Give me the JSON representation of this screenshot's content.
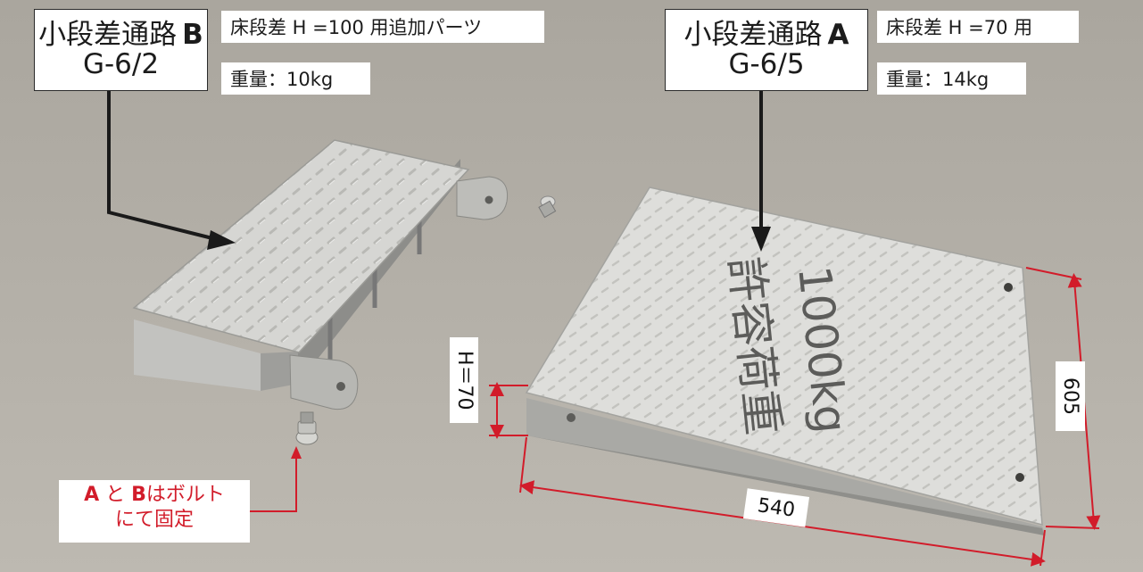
{
  "labels": {
    "part_b": {
      "name": "小段差通路",
      "letter": "B",
      "code": "G-6/2",
      "note": "床段差 H =100 用追加パーツ",
      "weight": "重量：10kg"
    },
    "part_a": {
      "name": "小段差通路",
      "letter": "A",
      "code": "G-6/5",
      "note": "床段差 H =70 用",
      "weight": "重量：14kg"
    }
  },
  "plate_stamp": {
    "line1": "許容荷重",
    "line2": "1000kg"
  },
  "dimensions": {
    "height": "H＝70",
    "width": "540",
    "depth": "605"
  },
  "callout": {
    "letter_a": "A",
    "and": "と",
    "letter_b": "B",
    "rest": "はボルト",
    "line2": "にて固定"
  },
  "colors": {
    "dimension_red": "#d21c2a",
    "ground": "#b0aca4",
    "label_border": "#2a2a2a"
  }
}
